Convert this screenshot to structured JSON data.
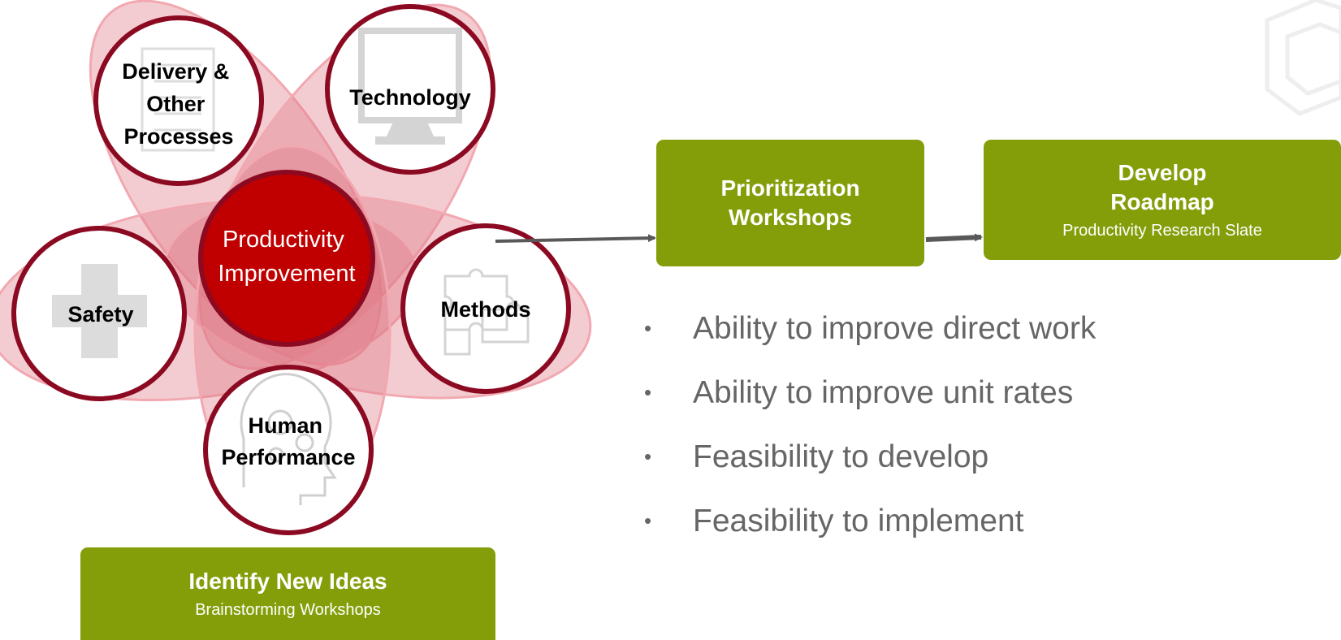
{
  "cycle": {
    "center_label": "Productivity\nImprovement",
    "nodes": [
      {
        "id": "delivery",
        "label": "Delivery &\nOther\nProcesses",
        "icon": "document-icon"
      },
      {
        "id": "technology",
        "label": "Technology",
        "icon": "monitor-icon"
      },
      {
        "id": "safety",
        "label": "Safety",
        "icon": "medical-cross-icon"
      },
      {
        "id": "methods",
        "label": "Methods",
        "icon": "puzzle-icon"
      },
      {
        "id": "human",
        "label": "Human\nPerformance",
        "icon": "brain-gears-icon"
      }
    ]
  },
  "identify_box": {
    "title": "Identify New Ideas",
    "subtitle": "Brainstorming Workshops"
  },
  "prioritization_box": {
    "title": "Prioritization\nWorkshops"
  },
  "roadmap_box": {
    "title": "Develop\nRoadmap",
    "subtitle": "Productivity Research Slate"
  },
  "criteria": [
    "Ability to improve direct work",
    "Ability to improve unit rates",
    "Feasibility to develop",
    "Feasibility to implement"
  ],
  "colors": {
    "accent_green": "#849e0a",
    "circle_border": "#8b0a22",
    "center_fill": "#c00000",
    "petal_fill": "#e07a85",
    "arrow": "#595959"
  }
}
